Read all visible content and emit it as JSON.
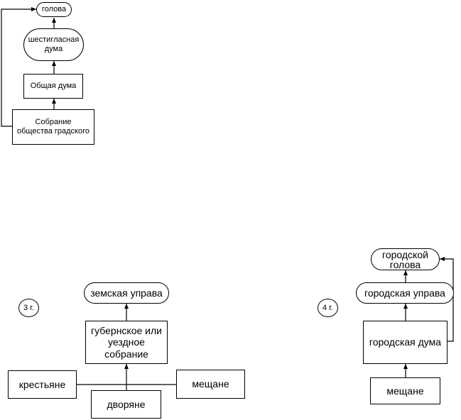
{
  "diagram_1": {
    "head": "голова",
    "six_voice_duma": "шестигласная дума",
    "general_duma": "Общая дума",
    "assembly": "Собрание общества градского"
  },
  "diagram_3": {
    "number": "3 г.",
    "zemstvo_board": "земская управа",
    "assembly": "губернское или уездное собрание",
    "peasants": "крестьяне",
    "townspeople": "мещане",
    "nobles": "дворяне"
  },
  "diagram_4": {
    "number": "4 г.",
    "city_head": "городской голова",
    "city_board": "городская управа",
    "city_duma": "городская дума",
    "townspeople": "мещане"
  }
}
